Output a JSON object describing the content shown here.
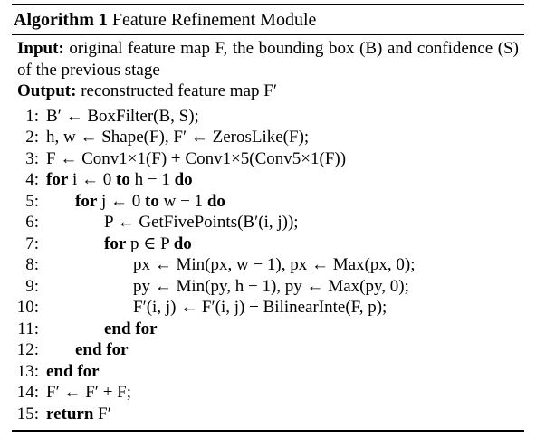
{
  "algorithm": {
    "label": "Algorithm 1",
    "title": "Feature Refinement Module",
    "input_label": "Input:",
    "input_text": "original feature map F, the bounding box (B) and confidence (S) of the previous stage",
    "output_label": "Output:",
    "output_text": "reconstructed feature map F′",
    "lines": [
      {
        "num": "1:",
        "indent": 0,
        "text": "B′ ← BoxFilter(B, S);"
      },
      {
        "num": "2:",
        "indent": 0,
        "text": "h, w ← Shape(F), F′ ← ZerosLike(F);"
      },
      {
        "num": "3:",
        "indent": 0,
        "text": "F ← Conv1×1(F) + Conv1×5(Conv5×1(F))"
      },
      {
        "num": "4:",
        "indent": 0,
        "text": "for i ← 0 to h − 1 do"
      },
      {
        "num": "5:",
        "indent": 1,
        "text": "for j ← 0 to w − 1 do"
      },
      {
        "num": "6:",
        "indent": 2,
        "text": "P ← GetFivePoints(B′(i, j));"
      },
      {
        "num": "7:",
        "indent": 2,
        "text": "for p ∈ P do"
      },
      {
        "num": "8:",
        "indent": 3,
        "text": "px ← Min(px, w − 1), px ← Max(px, 0);"
      },
      {
        "num": "9:",
        "indent": 3,
        "text": "py ← Min(py, h − 1), py ← Max(py, 0);"
      },
      {
        "num": "10:",
        "indent": 3,
        "text": "F′(i, j) ← F′(i, j) + BilinearInte(F, p);"
      },
      {
        "num": "11:",
        "indent": 2,
        "text": "end for"
      },
      {
        "num": "12:",
        "indent": 1,
        "text": "end for"
      },
      {
        "num": "13:",
        "indent": 0,
        "text": "end for"
      },
      {
        "num": "14:",
        "indent": 0,
        "text": "F′ ← F′ + F;"
      },
      {
        "num": "15:",
        "indent": 0,
        "text": "return F′"
      }
    ]
  }
}
